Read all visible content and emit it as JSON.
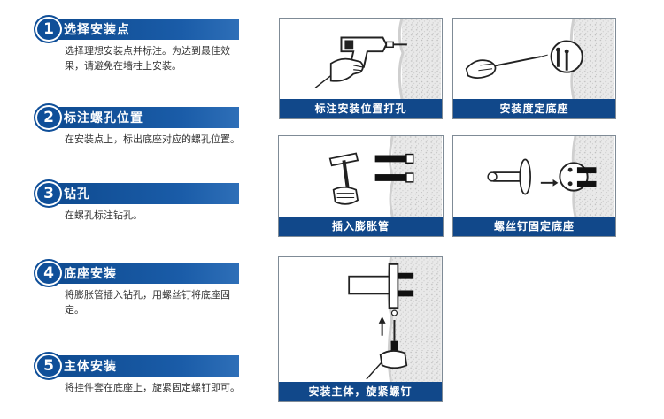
{
  "steps": [
    {
      "num": "1",
      "title": "选择安装点",
      "desc": "选择理想安装点并标注。为达到最佳效果，请避免在墙柱上安装。"
    },
    {
      "num": "2",
      "title": "标注螺孔位置",
      "desc": "在安装点上，标出底座对应的螺孔位置。"
    },
    {
      "num": "3",
      "title": "钻孔",
      "desc": "在螺孔标注钻孔。"
    },
    {
      "num": "4",
      "title": "底座安装",
      "desc": "将膨胀管插入钻孔，用螺丝钉将底座固定。"
    },
    {
      "num": "5",
      "title": "主体安装",
      "desc": "将挂件套在底座上，旋紧固定螺钉即可。"
    }
  ],
  "panels": {
    "drill": {
      "caption": "标注安装位置打孔",
      "icon": "drill-icon"
    },
    "base": {
      "caption": "安装度定底座",
      "icon": "screwdriver-icon"
    },
    "anchor": {
      "caption": "插入膨胀管",
      "icon": "hammer-icon"
    },
    "screw": {
      "caption": "螺丝钉固定底座",
      "icon": "base-plate-icon"
    },
    "mount": {
      "caption": "安装主体，旋紧螺钉",
      "icon": "hook-body-icon"
    }
  },
  "colors": {
    "accent": "#11488a",
    "badge": "#0f4f99",
    "text": "#333333",
    "wall": "#d8d8d8"
  }
}
